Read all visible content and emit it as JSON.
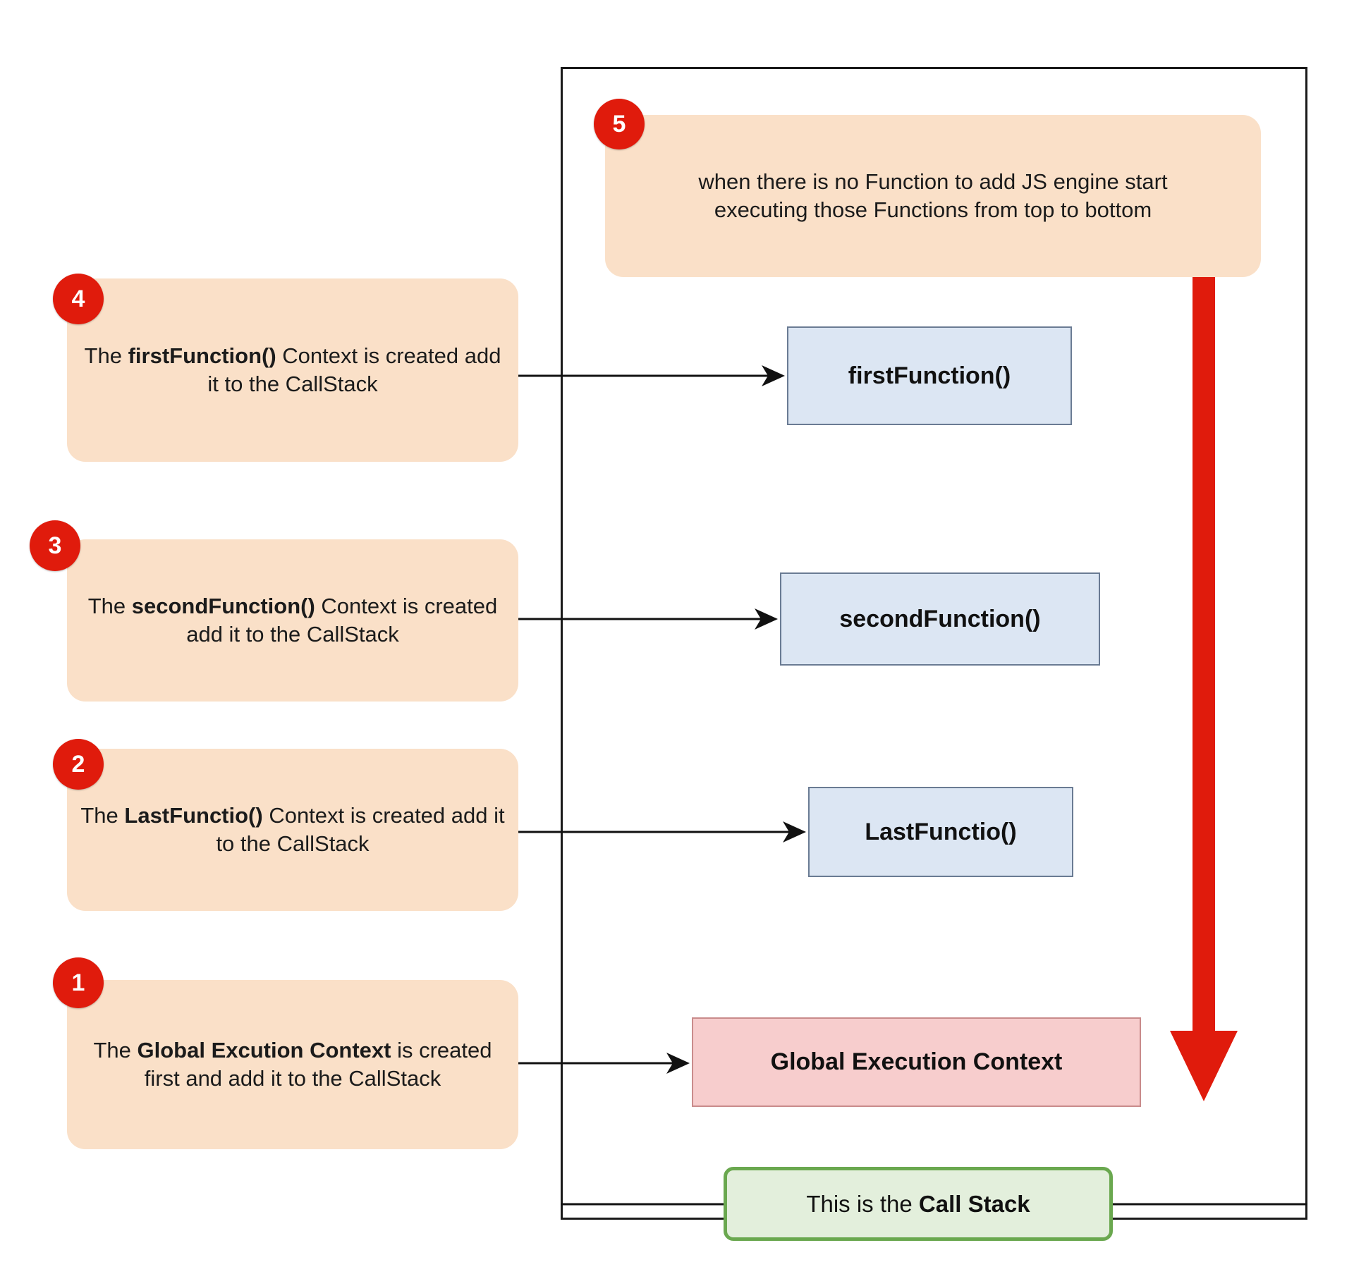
{
  "diagram": {
    "title": "JavaScript Call Stack execution context diagram",
    "colors": {
      "badge_red": "#e01b0c",
      "callout_orange": "#fae0c8",
      "function_box_blue": "#dce6f3",
      "function_box_border": "#6a7b93",
      "global_box_pink": "#f7cdcd",
      "global_box_border": "#c98b8b",
      "legend_green_fill": "#e3efdc",
      "legend_green_border": "#6aa84f",
      "arrow_red": "#e01b0c",
      "frame_black": "#1a1a1a"
    }
  },
  "callouts": {
    "step5": {
      "badge": "5",
      "line1": "when there is no Function to add JS engine start",
      "line2": "executing those Functions from top to bottom"
    },
    "step4": {
      "badge": "4",
      "prefix": "The ",
      "bold": "firstFunction()",
      "suffix": " Context is created add it to the CallStack"
    },
    "step3": {
      "badge": "3",
      "prefix": "The ",
      "bold": "secondFunction()",
      "suffix": " Context is created add it to the CallStack"
    },
    "step2": {
      "badge": "2",
      "prefix": "The ",
      "bold": "LastFunctio()",
      "suffix": " Context is created add it to the CallStack"
    },
    "step1": {
      "badge": "1",
      "prefix": "The ",
      "bold": "Global Excution Context",
      "suffix": " is created first and add it to the CallStack"
    }
  },
  "stack": {
    "first_function": "firstFunction()",
    "second_function": "secondFunction()",
    "last_function": "LastFunctio()",
    "global_context": "Global Execution Context"
  },
  "legend": {
    "prefix": "This is the ",
    "bold": "Call Stack"
  }
}
